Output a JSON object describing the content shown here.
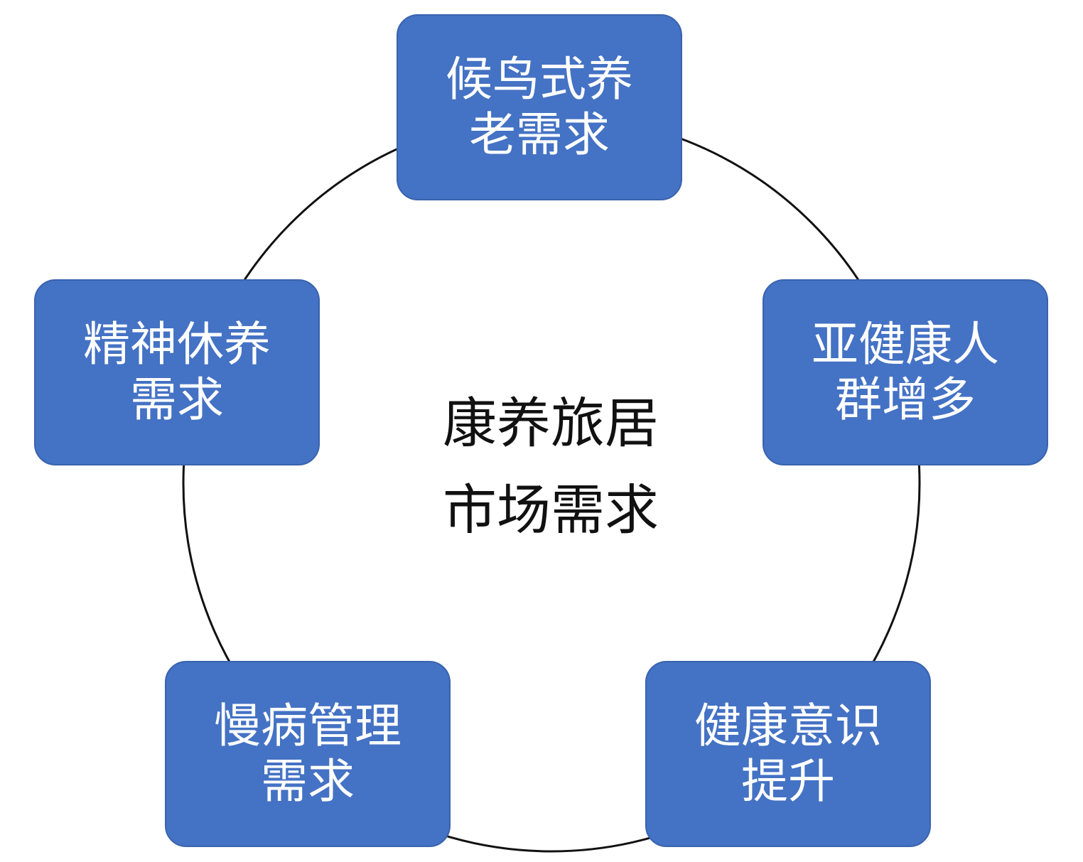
{
  "center": {
    "line1": "康养旅居",
    "line2": "市场需求"
  },
  "nodes": [
    {
      "line1": "候鸟式养",
      "line2": "老需求"
    },
    {
      "line1": "亚健康人",
      "line2": "群增多"
    },
    {
      "line1": "健康意识",
      "line2": "提升"
    },
    {
      "line1": "慢病管理",
      "line2": "需求"
    },
    {
      "line1": "精神休养",
      "line2": "需求"
    }
  ],
  "colors": {
    "box": "#4472C4",
    "text": "#FFFFFF",
    "ring": "#111111"
  }
}
